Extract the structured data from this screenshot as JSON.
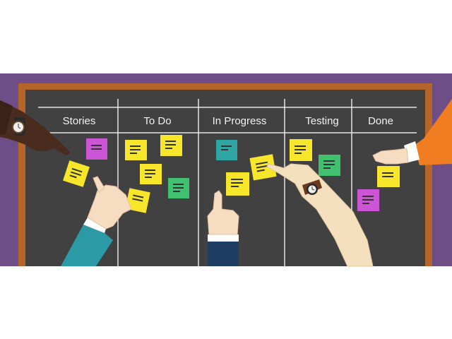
{
  "board": {
    "columns": [
      {
        "label": "Stories"
      },
      {
        "label": "To Do"
      },
      {
        "label": "In Progress"
      },
      {
        "label": "Testing"
      },
      {
        "label": "Done"
      }
    ]
  },
  "colors": {
    "wall": "#6f4d86",
    "frame": "#b5642a",
    "board": "#414141",
    "chalk": "#e6e6e6",
    "note_yellow": "#f7e629",
    "note_magenta": "#cc55d6",
    "note_teal": "#2fa6a3",
    "note_green": "#3fc16f"
  },
  "icons": [
    "wristwatch-icon",
    "sticky-note-icon",
    "pointing-hand-icon"
  ]
}
